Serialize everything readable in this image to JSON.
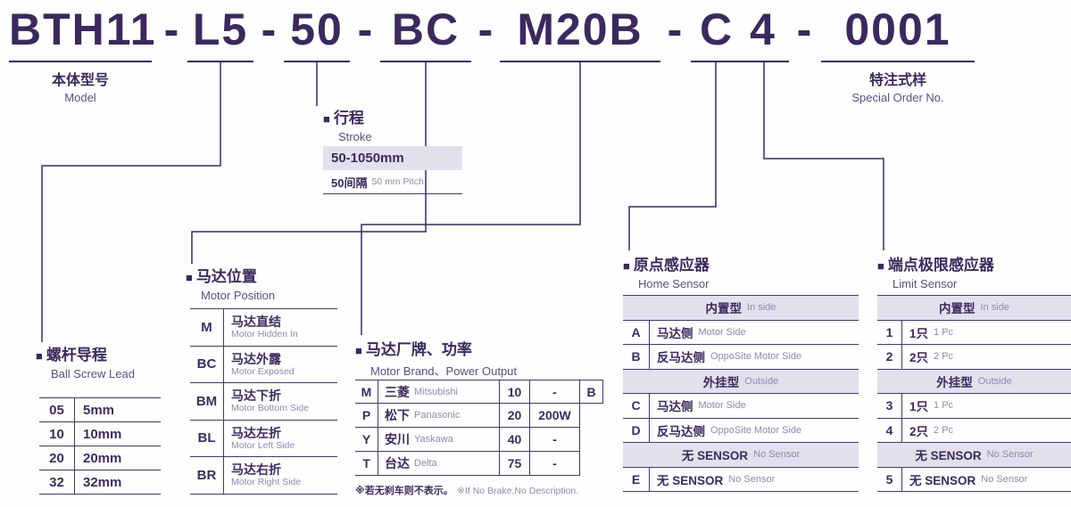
{
  "glyphs": {
    "bullet": "■"
  },
  "colors": {
    "primary": "#3a2a5c",
    "muted": "#8f89ad",
    "shade": "#e3e0ee",
    "border": "#463768"
  },
  "title": {
    "separator": "-",
    "segments": {
      "model": "BTH11",
      "lead": "L5",
      "stroke": "50",
      "motor_position": "BC",
      "motor_brand": "M20B",
      "home_sensor": "C",
      "limit_sensor": "4",
      "special": "0001"
    }
  },
  "model_label": {
    "zh": "本体型号",
    "en": "Model"
  },
  "special_label": {
    "zh": "特注式样",
    "en": "Special Order No."
  },
  "stroke": {
    "title_zh": "行程",
    "title_en": "Stroke",
    "range": "50-1050mm",
    "pitch_zh": "50间隔",
    "pitch_en": "50 mm Pitch"
  },
  "ball_screw_lead": {
    "title_zh": "螺杆导程",
    "title_en": "Ball Screw Lead",
    "rows": [
      {
        "code": "05",
        "value": "5mm"
      },
      {
        "code": "10",
        "value": "10mm"
      },
      {
        "code": "20",
        "value": "20mm"
      },
      {
        "code": "32",
        "value": "32mm"
      }
    ]
  },
  "motor_position": {
    "title_zh": "马达位置",
    "title_en": "Motor Position",
    "rows": [
      {
        "code": "M",
        "zh": "马达直结",
        "en": "Motor Hidden In"
      },
      {
        "code": "BC",
        "zh": "马达外露",
        "en": "Motor Exposed"
      },
      {
        "code": "BM",
        "zh": "马达下折",
        "en": "Motor Bottom Side"
      },
      {
        "code": "BL",
        "zh": "马达左折",
        "en": "Motor Left Side"
      },
      {
        "code": "BR",
        "zh": "马达右折",
        "en": "Motor Right Side"
      }
    ]
  },
  "motor_brand": {
    "title_zh": "马达厂牌、功率",
    "title_en": "Motor Brand、Power Output",
    "rows": [
      {
        "code": "M",
        "brand_zh": "三菱",
        "brand_en": "Mitsubishi",
        "power_code": "10",
        "power": "-",
        "brake": "B"
      },
      {
        "code": "P",
        "brand_zh": "松下",
        "brand_en": "Panasonic",
        "power_code": "20",
        "power": "200W",
        "brake": ""
      },
      {
        "code": "Y",
        "brand_zh": "安川",
        "brand_en": "Yaskawa",
        "power_code": "40",
        "power": "-",
        "brake": ""
      },
      {
        "code": "T",
        "brand_zh": "台达",
        "brand_en": "Delta",
        "power_code": "75",
        "power": "-",
        "brake": ""
      }
    ],
    "note_zh": "※若无刹车则不表示。",
    "note_en": "※If No Brake,No Description."
  },
  "home_sensor": {
    "title_zh": "原点感应器",
    "title_en": "Home Sensor",
    "rows": [
      {
        "type": "header",
        "zh": "内置型",
        "en": "In side"
      },
      {
        "type": "item",
        "code": "A",
        "zh": "马达侧",
        "en": "Motor Side"
      },
      {
        "type": "item",
        "code": "B",
        "zh": "反马达侧",
        "en": "OppoSite Motor Side"
      },
      {
        "type": "header",
        "zh": "外挂型",
        "en": "Outside"
      },
      {
        "type": "item",
        "code": "C",
        "zh": "马达侧",
        "en": "Motor Side"
      },
      {
        "type": "item",
        "code": "D",
        "zh": "反马达侧",
        "en": "OppoSite Motor Side"
      },
      {
        "type": "header",
        "zh": "无 SENSOR",
        "en": "No Sensor"
      },
      {
        "type": "item",
        "code": "E",
        "zh": "无 SENSOR",
        "en": "No Sensor"
      }
    ]
  },
  "limit_sensor": {
    "title_zh": "端点极限感应器",
    "title_en": "Limit Sensor",
    "rows": [
      {
        "type": "header",
        "zh": "内置型",
        "en": "In side"
      },
      {
        "type": "item",
        "code": "1",
        "zh": "1只",
        "en": "1 Pc"
      },
      {
        "type": "item",
        "code": "2",
        "zh": "2只",
        "en": "2 Pc"
      },
      {
        "type": "header",
        "zh": "外挂型",
        "en": "Outside"
      },
      {
        "type": "item",
        "code": "3",
        "zh": "1只",
        "en": "1 Pc"
      },
      {
        "type": "item",
        "code": "4",
        "zh": "2只",
        "en": "2 Pc"
      },
      {
        "type": "header",
        "zh": "无 SENSOR",
        "en": "No Sensor"
      },
      {
        "type": "item",
        "code": "5",
        "zh": "无 SENSOR",
        "en": "No Sensor"
      }
    ]
  }
}
